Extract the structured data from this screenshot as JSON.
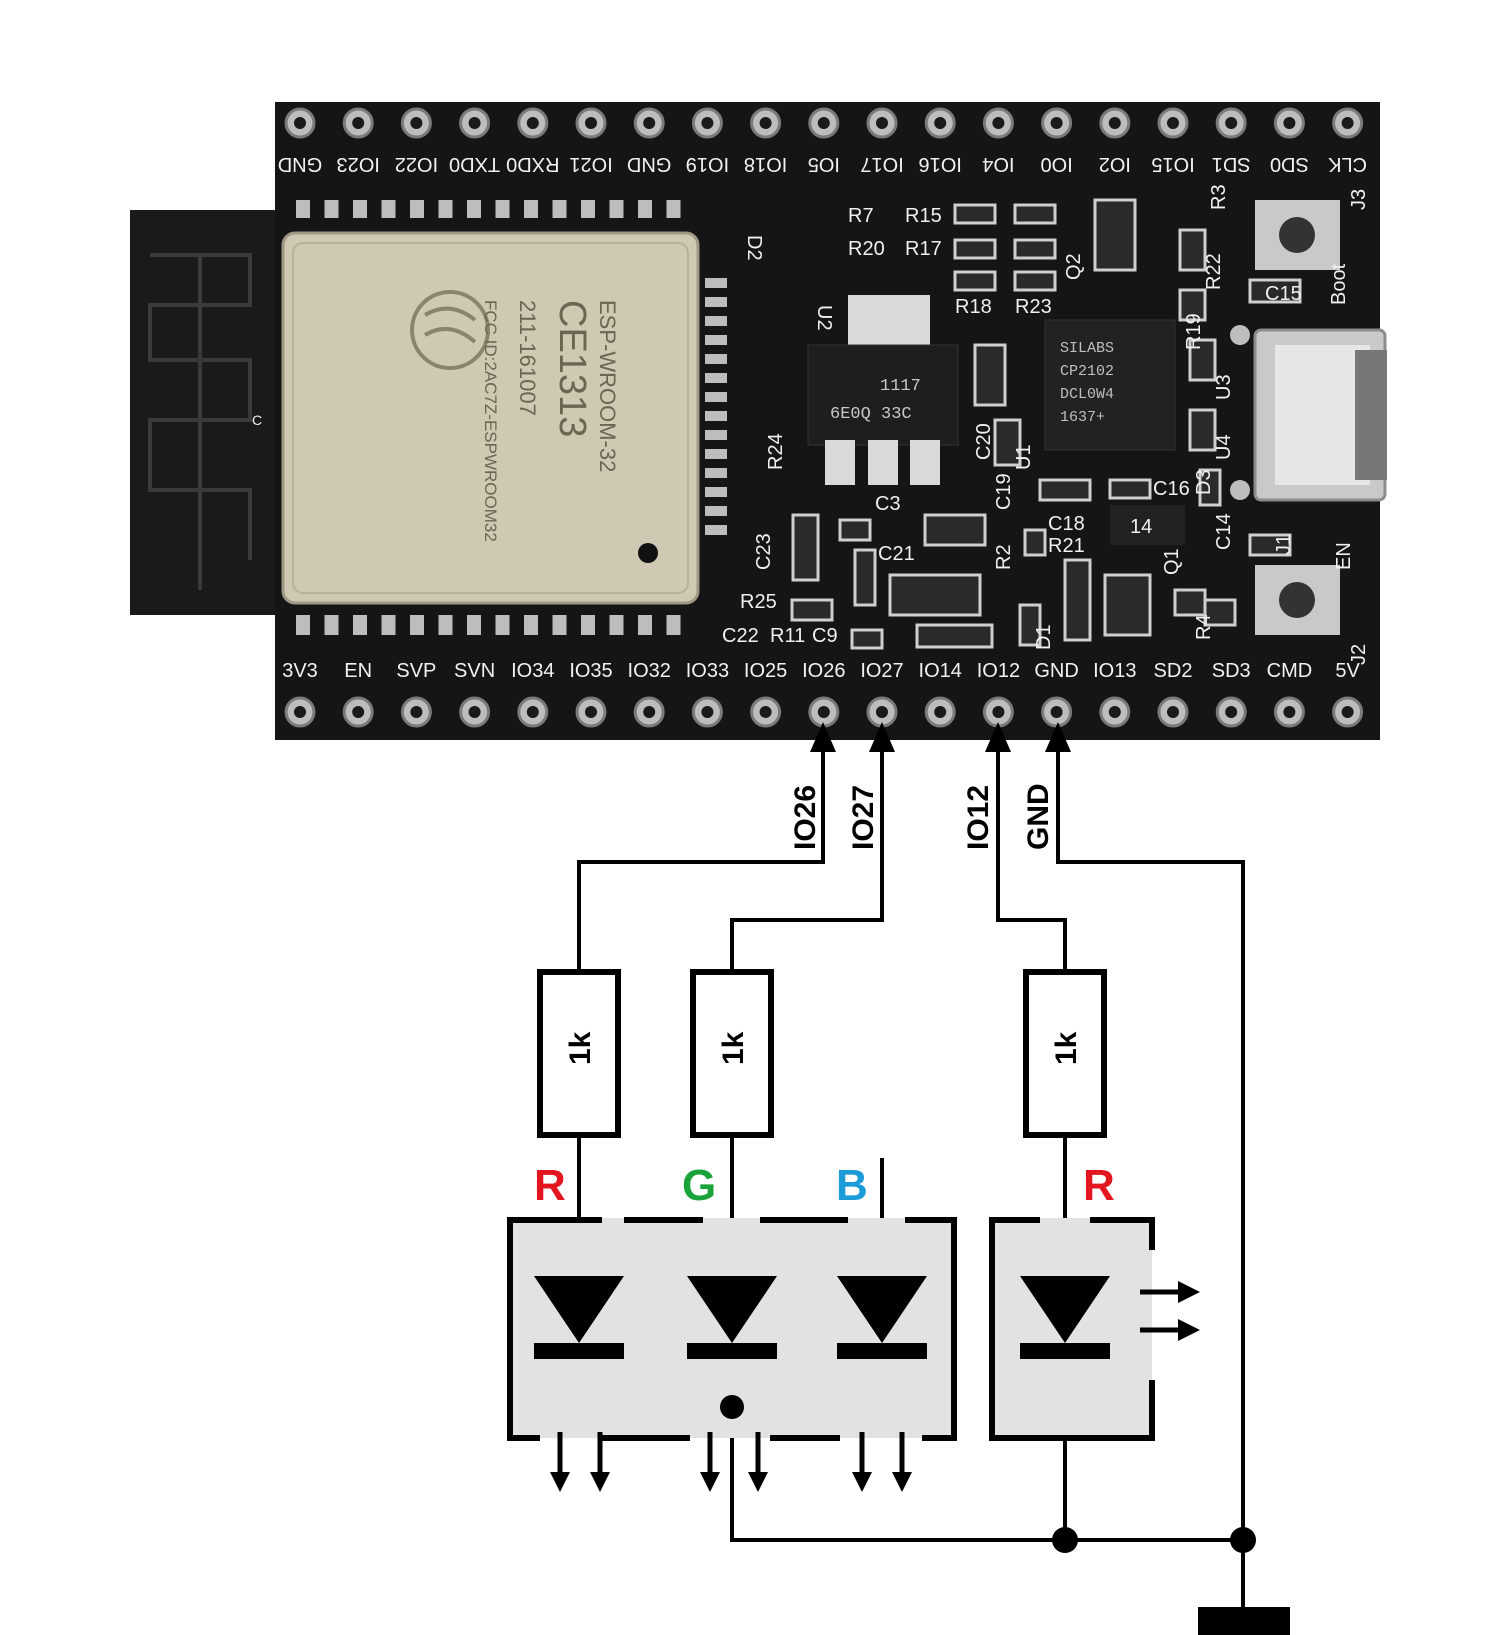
{
  "board": {
    "top_pins": [
      "GND",
      "IO23",
      "IO22",
      "TXD0",
      "RXD0",
      "IO21",
      "GND",
      "IO19",
      "IO18",
      "IO5",
      "IO17",
      "IO16",
      "IO4",
      "IO0",
      "IO2",
      "IO15",
      "SD1",
      "SD0",
      "CLK"
    ],
    "bottom_pins": [
      "3V3",
      "EN",
      "SVP",
      "SVN",
      "IO34",
      "IO35",
      "IO32",
      "IO33",
      "IO25",
      "IO26",
      "IO27",
      "IO14",
      "IO12",
      "GND",
      "IO13",
      "SD2",
      "SD3",
      "CMD",
      "5V"
    ],
    "module_lines": [
      "ESP-WROOM-32",
      "CE1313",
      "211-161007",
      "FCC ID:2AC7Z-ESPWROOM32"
    ],
    "usb_chip": [
      "SILABS",
      "CP2102",
      "DCL0W4",
      "1637+"
    ],
    "regulator": [
      "1117",
      "6E0Q  33C"
    ],
    "q_label": "14",
    "silk_labels": {
      "r7": "R7",
      "r15": "R15",
      "r20": "R20",
      "r17": "R17",
      "r18": "R18",
      "r23": "R23",
      "u2": "U2",
      "r24": "R24",
      "c23": "C23",
      "c3": "C3",
      "c21": "C21",
      "r25": "R25",
      "c22": "C22",
      "r11": "R11",
      "c9": "C9",
      "c20": "C20",
      "c19": "C19",
      "c18": "C18",
      "r21": "R21",
      "r2": "R2",
      "c16": "C16",
      "d1": "D1",
      "q1": "Q1",
      "q2": "Q2",
      "u1": "U1",
      "u3": "U3",
      "u4": "U4",
      "d3": "D3",
      "c14": "C14",
      "j1": "J1",
      "en": "EN",
      "r4": "R4",
      "j2": "J2",
      "boot": "Boot",
      "c15": "C15",
      "r3": "R3",
      "j3": "J3",
      "r22": "R22",
      "r19": "R19",
      "d2": "D2",
      "c": "C"
    }
  },
  "wires": {
    "io26": "IO26",
    "io27": "IO27",
    "io12": "IO12",
    "gnd": "GND"
  },
  "resistors": [
    "1k",
    "1k",
    "1k"
  ],
  "channels": {
    "rgb_r": "R",
    "rgb_g": "G",
    "rgb_b": "B",
    "single_r": "R"
  },
  "colors": {
    "pcb": "#151515",
    "module": "#cfc8b3",
    "wire": "#000000",
    "red": "#e3151f",
    "green": "#1aa33b",
    "blue": "#1b9bd7",
    "led_box": "#e2e2e2"
  }
}
